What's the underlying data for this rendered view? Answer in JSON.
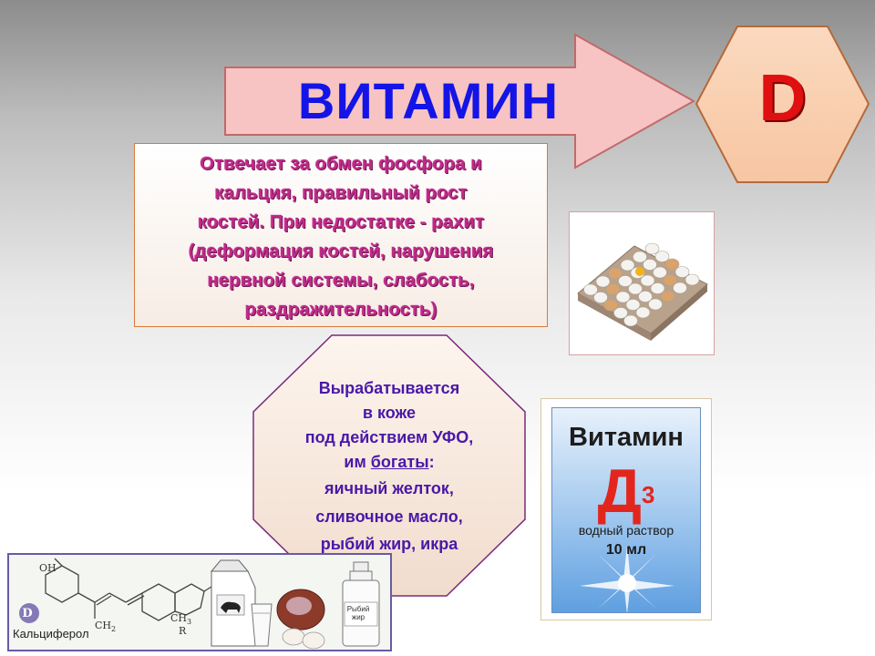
{
  "header": {
    "arrow_text": "ВИТАМИН",
    "hex_letter": "D"
  },
  "info_box": {
    "lines": [
      "Отвечает за обмен фосфора и",
      "кальция, правильный рост",
      "костей. При недостатке - рахит",
      "(деформация костей, нарушения",
      "нервной системы, слабость,",
      "раздражительность)"
    ]
  },
  "octagon": {
    "line1": "Вырабатывается",
    "line2": "в коже",
    "line3": "под действием УФО,",
    "line4_pre": "им ",
    "line4_u": "богаты",
    "line4_post": ":",
    "line5": "яичный желток,",
    "line6": "сливочное масло,",
    "line7": "рыбий жир, икра"
  },
  "package": {
    "title": "Витамин",
    "letter": "Д",
    "subscript": "3",
    "solution": "водный раствор",
    "volume": "10 мл"
  },
  "food_image": {
    "caption": "Кальциферол",
    "oh": "OH",
    "ch2": "CH",
    "ch2_sub": "2",
    "ch3": "CH",
    "ch3_sub": "3",
    "r": "R",
    "d_badge": "D",
    "fish_oil_line1": "Рыбий",
    "fish_oil_line2": "жир"
  },
  "colors": {
    "arrow_fill": "#f7c3c3",
    "hex_fill": "#f9cfaf",
    "title_blue": "#1414e6",
    "letter_red": "#e01010",
    "info_pink": "#c02a8a",
    "octagon_purple": "#4a18a8"
  }
}
